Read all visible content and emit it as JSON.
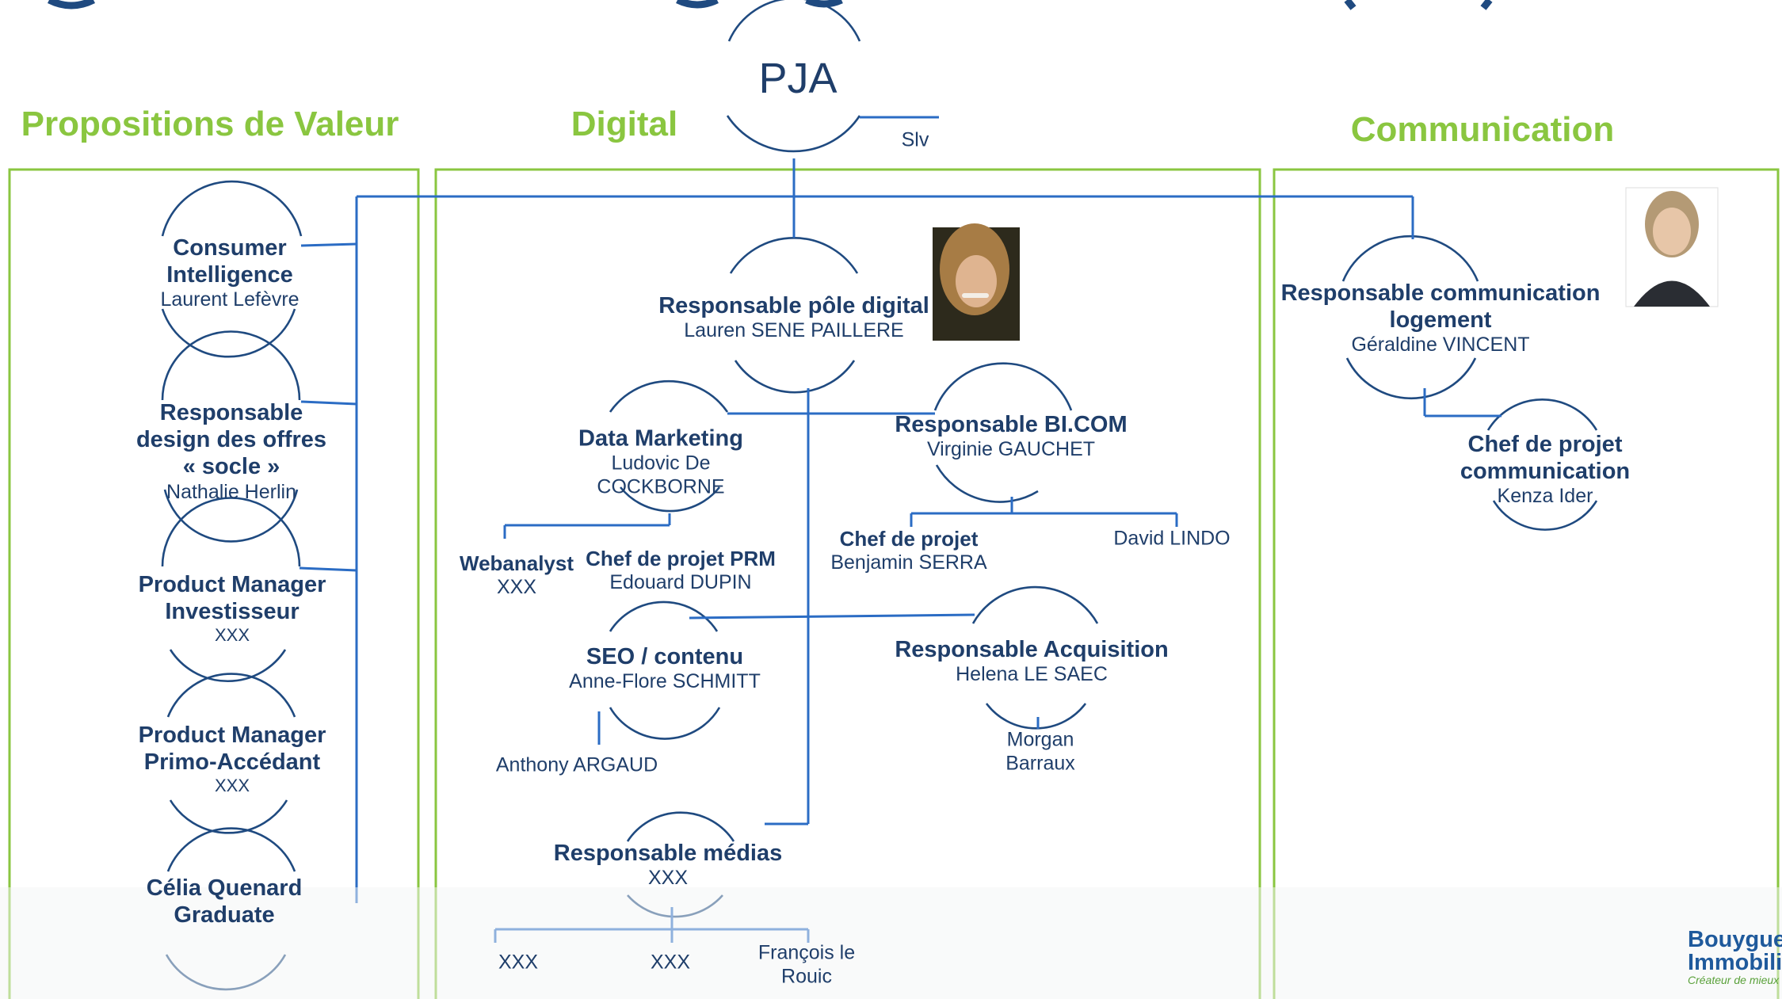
{
  "header": {
    "root_label": "PJA",
    "root_sub": "Slv"
  },
  "sections": {
    "pv": "Propositions de Valeur",
    "digital": "Digital",
    "comm": "Communication"
  },
  "pv": {
    "ci_title": "Consumer\nIntelligence",
    "ci_name": "Laurent Lefèvre",
    "rd_title": "Responsable\ndesign des offres\n« socle »",
    "rd_name": "Nathalie Herlin",
    "pmi_title": "Product Manager\nInvestisseur",
    "pmi_name": "XXX",
    "pmp_title": "Product Manager\nPrimo-Accédant",
    "pmp_name": "XXX",
    "cq_title": "Célia Quenard\nGraduate"
  },
  "digital": {
    "head_title": "Responsable pôle digital",
    "head_name": "Lauren SENE PAILLERE",
    "dm_title": "Data Marketing",
    "dm_name": "Ludovic  De\nCOCKBORNE",
    "bi_title": "Responsable BI.COM",
    "bi_name": "Virginie GAUCHET",
    "wa_title": "Webanalyst",
    "wa_name": "XXX",
    "prm_title": "Chef de projet PRM",
    "prm_name": "Edouard DUPIN",
    "cp_title": "Chef de projet",
    "cp_name": "Benjamin SERRA",
    "dl_name": "David LINDO",
    "seo_title": "SEO / contenu",
    "seo_name": "Anne-Flore SCHMITT",
    "acq_title": "Responsable Acquisition",
    "acq_name": "Helena LE SAEC",
    "aa_name": "Anthony ARGAUD",
    "mb_name": "Morgan\nBarraux",
    "med_title": "Responsable médias",
    "med_name": "XXX",
    "x1": "XXX",
    "x2": "XXX",
    "fr_name": "François le\nRouic"
  },
  "comm": {
    "rc_title": "Responsable communication\nlogement",
    "rc_name": "Géraldine VINCENT",
    "cpc_title": "Chef de projet\ncommunication",
    "cpc_name": "Kenza Ider"
  },
  "logo": {
    "line1": "Bouygues",
    "line2": "Immobilier",
    "tagline": "Créateur de mieux vivre"
  },
  "colors": {
    "navy": "#1f3e6a",
    "green": "#8ac640",
    "connector": "#2b6cc4",
    "frame": "#8ac640"
  }
}
